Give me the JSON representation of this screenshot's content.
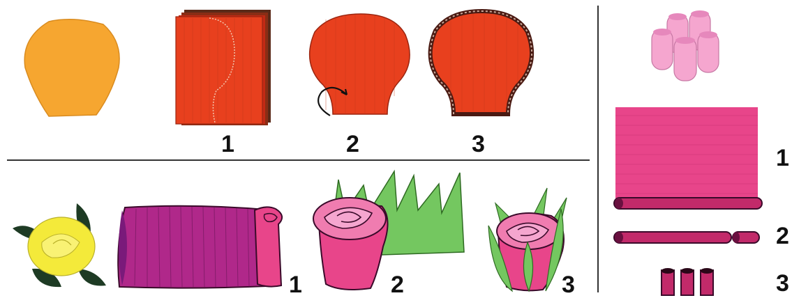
{
  "top_steps": [
    "1",
    "2",
    "3"
  ],
  "bottom_steps": [
    "1",
    "2",
    "3"
  ],
  "right_steps": [
    "1",
    "2",
    "3"
  ],
  "colors": {
    "orange_petal": "#f6a630",
    "red_paper": "#e8401e",
    "crimson_paper": "#c22a14",
    "magenta_paper": "#b0288a",
    "pink_paper": "#e8458a",
    "light_pink": "#f5a6cf",
    "green_leaf": "#74c760",
    "dark_leaf": "#1e3b24",
    "yellow_rose": "#f4ea3a"
  },
  "icons": [
    "finished-orange-petal",
    "folded-paper-stack",
    "cut-petal-shape",
    "curled-edge-petal",
    "yellow-rose-with-leaves",
    "magenta-crepe-roll",
    "rose-bud-with-leaf-strip",
    "rose-wrapped-with-leaves",
    "pink-roll-bundle",
    "pink-crepe-sheet",
    "cut-pink-tube",
    "three-pink-tubes"
  ]
}
